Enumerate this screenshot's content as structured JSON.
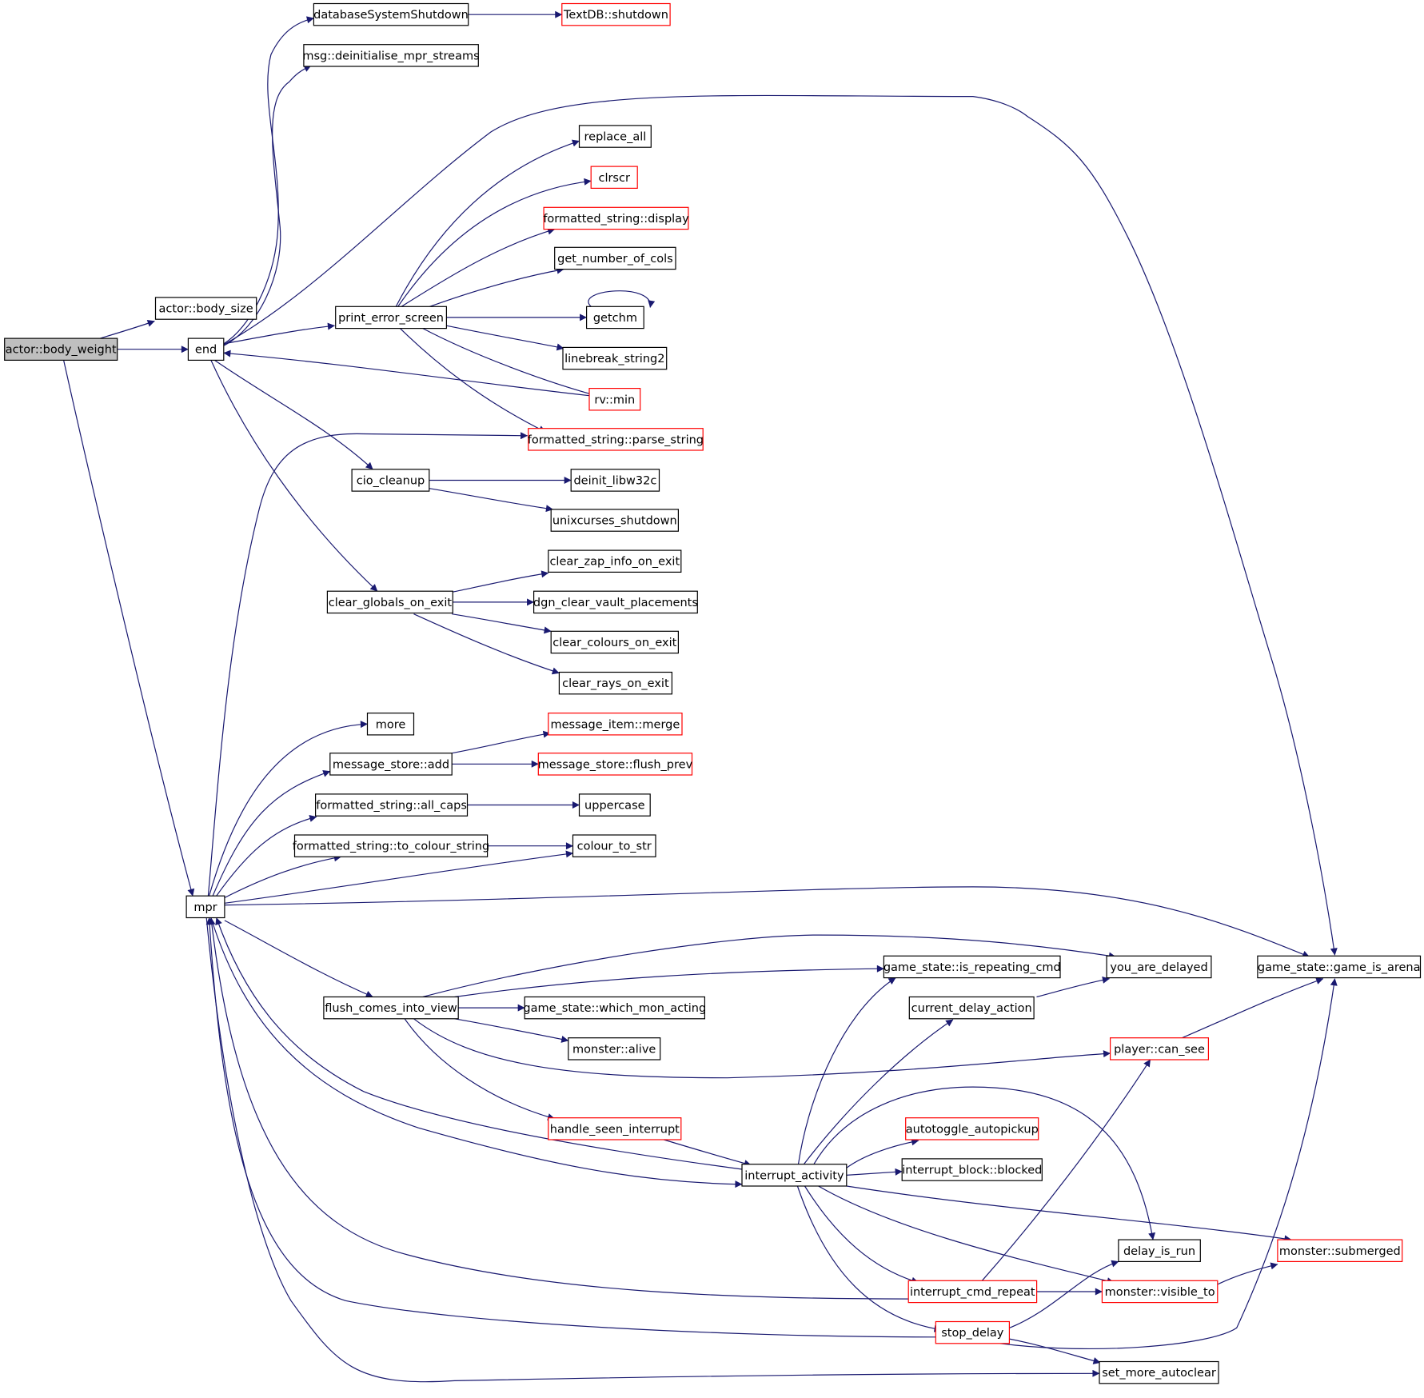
{
  "diagram": {
    "kind": "call-graph",
    "colors": {
      "edge": "#191970",
      "border_documented": "#000000",
      "border_undocumented": "#ff0000",
      "root_fill": "#bfbfbf",
      "node_fill": "#ffffff"
    },
    "nodes": [
      {
        "id": "body_weight",
        "label": "actor::body_weight",
        "style": "root"
      },
      {
        "id": "body_size",
        "label": "actor::body_size",
        "style": "normal"
      },
      {
        "id": "end",
        "label": "end",
        "style": "normal"
      },
      {
        "id": "mpr",
        "label": "mpr",
        "style": "normal"
      },
      {
        "id": "dbshutdown",
        "label": "databaseSystemShutdown",
        "style": "normal"
      },
      {
        "id": "textdb",
        "label": "TextDB::shutdown",
        "style": "red"
      },
      {
        "id": "msgdeinit",
        "label": "msg::deinitialise_mpr_streams",
        "style": "normal"
      },
      {
        "id": "replace_all",
        "label": "replace_all",
        "style": "normal"
      },
      {
        "id": "clrscr",
        "label": "clrscr",
        "style": "red"
      },
      {
        "id": "fs_display",
        "label": "formatted_string::display",
        "style": "red"
      },
      {
        "id": "getcols",
        "label": "get_number_of_cols",
        "style": "normal"
      },
      {
        "id": "print_error",
        "label": "print_error_screen",
        "style": "normal"
      },
      {
        "id": "getchm",
        "label": "getchm",
        "style": "normal"
      },
      {
        "id": "linebreak",
        "label": "linebreak_string2",
        "style": "normal"
      },
      {
        "id": "rvmin",
        "label": "rv::min",
        "style": "red"
      },
      {
        "id": "parse_string",
        "label": "formatted_string::parse_string",
        "style": "red"
      },
      {
        "id": "cio_cleanup",
        "label": "cio_cleanup",
        "style": "normal"
      },
      {
        "id": "deinit_libw32c",
        "label": "deinit_libw32c",
        "style": "normal"
      },
      {
        "id": "unixcurses",
        "label": "unixcurses_shutdown",
        "style": "normal"
      },
      {
        "id": "clear_zap",
        "label": "clear_zap_info_on_exit",
        "style": "normal"
      },
      {
        "id": "clear_globals",
        "label": "clear_globals_on_exit",
        "style": "normal"
      },
      {
        "id": "dgn_clear",
        "label": "dgn_clear_vault_placements",
        "style": "normal"
      },
      {
        "id": "clear_colours",
        "label": "clear_colours_on_exit",
        "style": "normal"
      },
      {
        "id": "clear_rays",
        "label": "clear_rays_on_exit",
        "style": "normal"
      },
      {
        "id": "more",
        "label": "more",
        "style": "normal"
      },
      {
        "id": "msi_merge",
        "label": "message_item::merge",
        "style": "red"
      },
      {
        "id": "ms_add",
        "label": "message_store::add",
        "style": "normal"
      },
      {
        "id": "ms_flush",
        "label": "message_store::flush_prev",
        "style": "red"
      },
      {
        "id": "all_caps",
        "label": "formatted_string::all_caps",
        "style": "normal"
      },
      {
        "id": "uppercase",
        "label": "uppercase",
        "style": "normal"
      },
      {
        "id": "to_colour",
        "label": "formatted_string::to_colour_string",
        "style": "normal"
      },
      {
        "id": "colour_to_str",
        "label": "colour_to_str",
        "style": "normal"
      },
      {
        "id": "game_is_arena",
        "label": "game_state::game_is_arena",
        "style": "normal"
      },
      {
        "id": "is_repeating",
        "label": "game_state::is_repeating_cmd",
        "style": "normal"
      },
      {
        "id": "you_delayed",
        "label": "you_are_delayed",
        "style": "normal"
      },
      {
        "id": "flush_comes",
        "label": "flush_comes_into_view",
        "style": "normal"
      },
      {
        "id": "which_mon",
        "label": "game_state::which_mon_acting",
        "style": "normal"
      },
      {
        "id": "cur_delay",
        "label": "current_delay_action",
        "style": "normal"
      },
      {
        "id": "mon_alive",
        "label": "monster::alive",
        "style": "normal"
      },
      {
        "id": "player_cansee",
        "label": "player::can_see",
        "style": "red"
      },
      {
        "id": "handle_seen",
        "label": "handle_seen_interrupt",
        "style": "red"
      },
      {
        "id": "autotoggle",
        "label": "autotoggle_autopickup",
        "style": "red"
      },
      {
        "id": "interrupt_activity",
        "label": "interrupt_activity",
        "style": "normal"
      },
      {
        "id": "interrupt_block",
        "label": "interrupt_block::blocked",
        "style": "normal"
      },
      {
        "id": "delay_is_run",
        "label": "delay_is_run",
        "style": "normal"
      },
      {
        "id": "mon_submerged",
        "label": "monster::submerged",
        "style": "red"
      },
      {
        "id": "interrupt_cmd",
        "label": "interrupt_cmd_repeat",
        "style": "red"
      },
      {
        "id": "mon_visible",
        "label": "monster::visible_to",
        "style": "red"
      },
      {
        "id": "stop_delay",
        "label": "stop_delay",
        "style": "red"
      },
      {
        "id": "set_more",
        "label": "set_more_autoclear",
        "style": "normal"
      }
    ]
  }
}
